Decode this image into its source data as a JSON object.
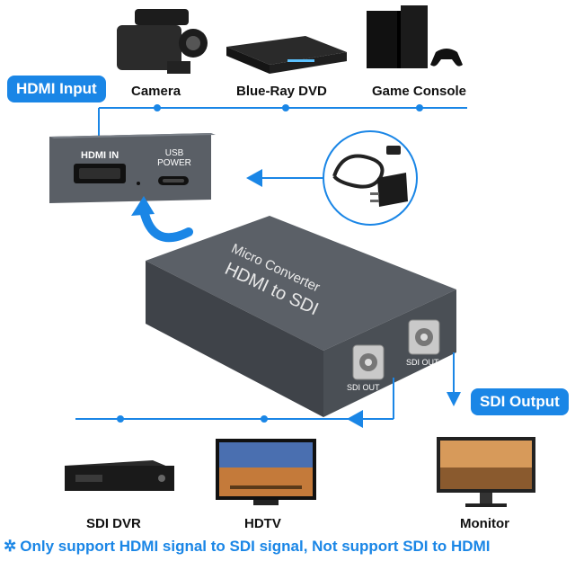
{
  "input_label": "HDMI Input",
  "output_label": "SDI Output",
  "sources": {
    "camera": "Camera",
    "bluray": "Blue-Ray DVD",
    "console": "Game Console"
  },
  "destinations": {
    "dvr": "SDI DVR",
    "hdtv": "HDTV",
    "monitor": "Monitor"
  },
  "port_labels": {
    "hdmi_in": "HDMI IN",
    "usb_power": "USB\nPOWER",
    "sdi_out": "SDI OUT"
  },
  "device_text": {
    "line1": "Micro Converter",
    "line2": "HDMI to SDI"
  },
  "footer_note": "Only support HDMI signal to SDI signal, Not support SDI to HDMI",
  "colors": {
    "accent": "#1a86e6",
    "device": "#4a4f55"
  }
}
